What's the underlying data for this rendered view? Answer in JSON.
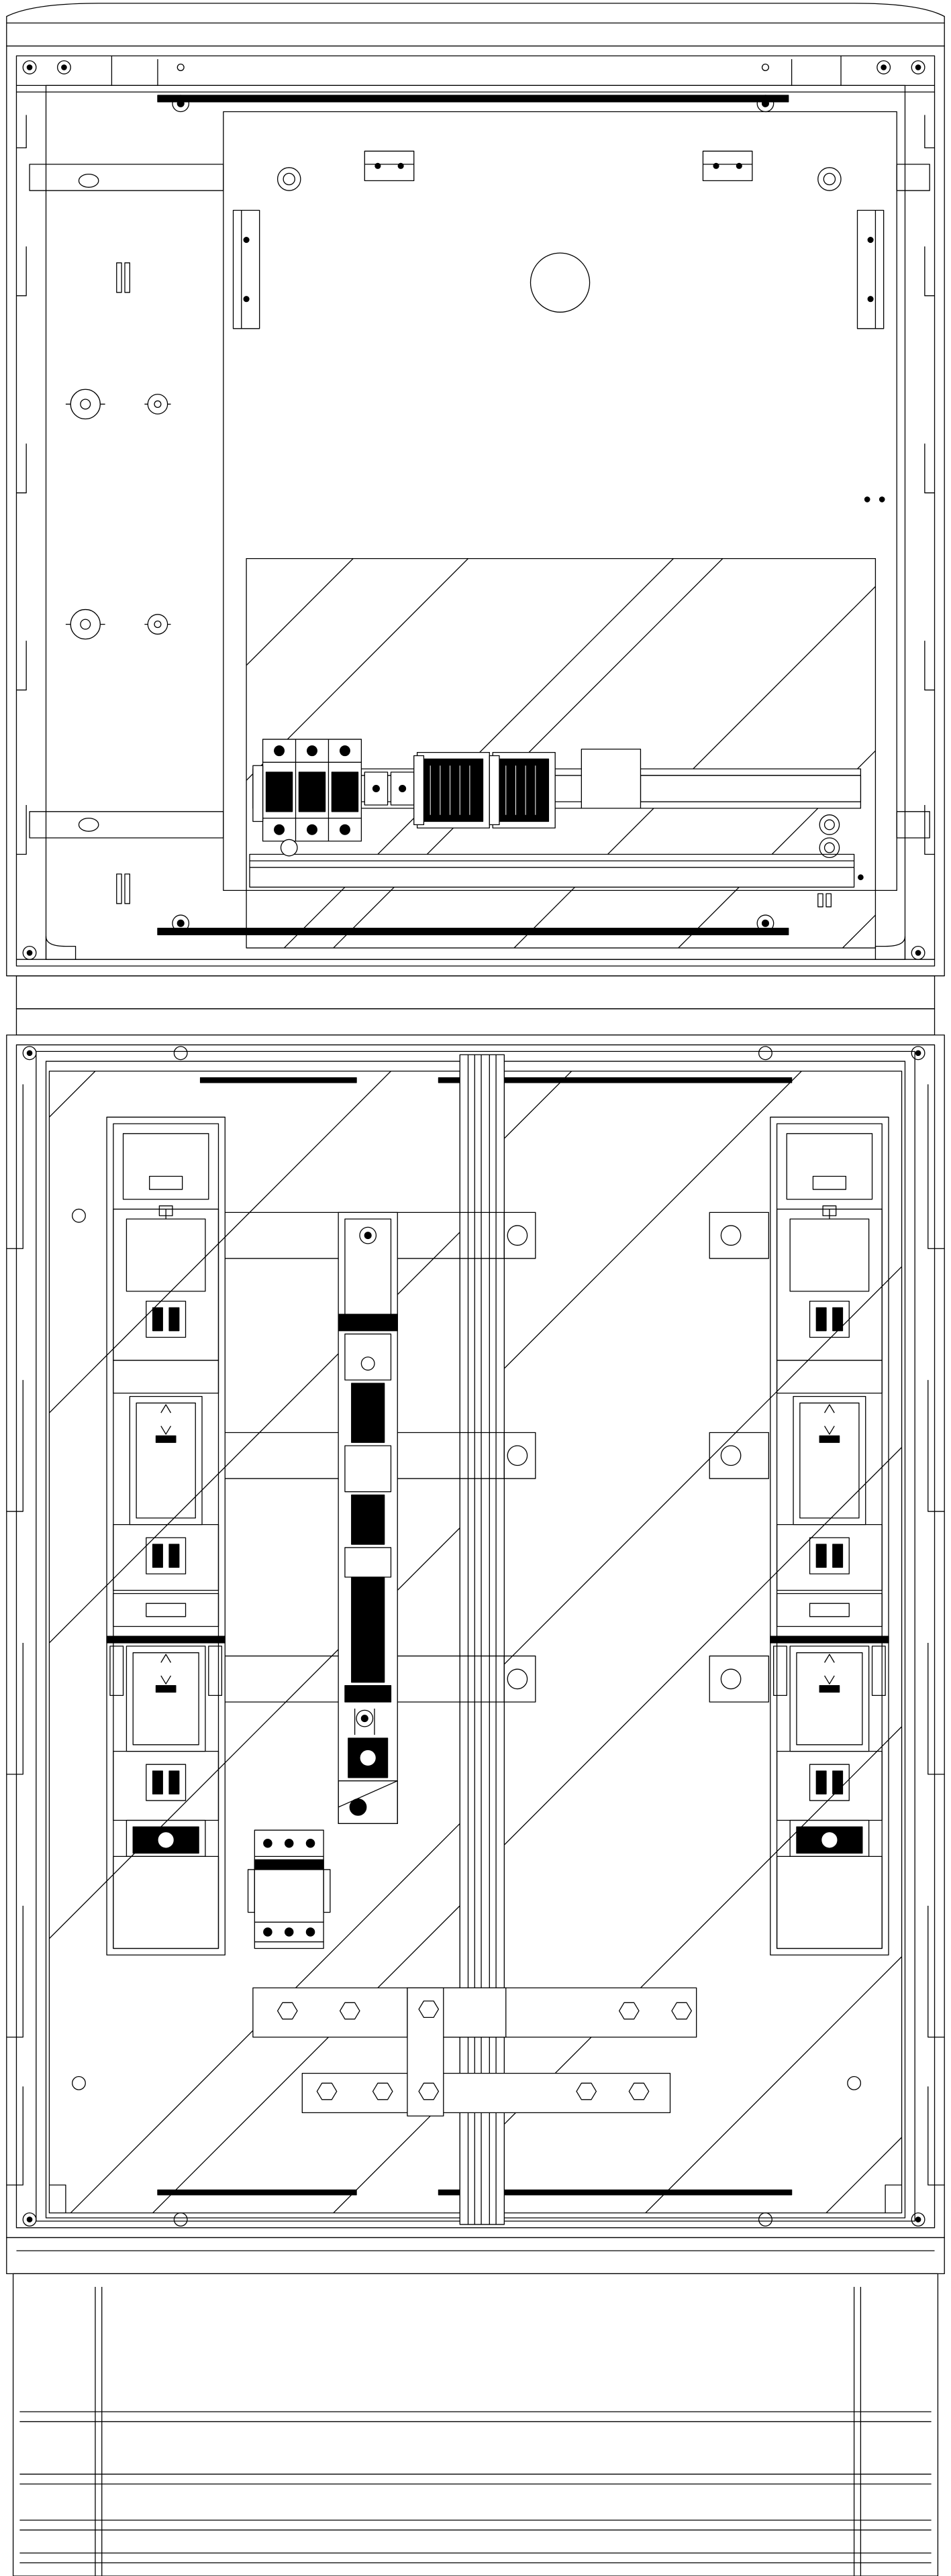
{
  "drawing": {
    "stroke": "#000000",
    "fill": "#ffffff"
  },
  "cabinet": {
    "upper_section": {
      "mounting_plate_holes": 4,
      "din_rail": {
        "miniature_circuit_breakers": 3,
        "terminal_blocks": 2
      }
    },
    "lower_section": {
      "fuse_switch_disconnectors": 2,
      "center_fuse_rail": 1,
      "surge_protector": 1,
      "busbar_rails": 2
    },
    "plinth": {
      "horizontal_ribs": 4
    }
  }
}
